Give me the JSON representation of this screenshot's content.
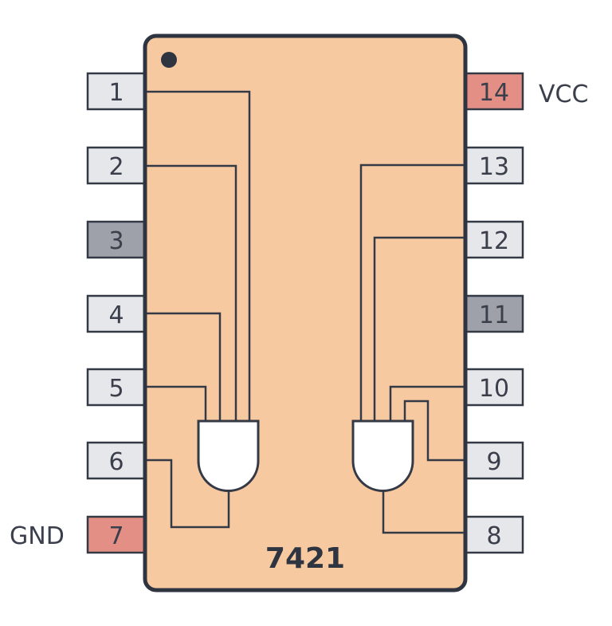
{
  "chip": {
    "title": "7421",
    "body_color": "#f7c9a0",
    "outline_color": "#2f3441"
  },
  "pins": {
    "p1": "1",
    "p2": "2",
    "p3": "3",
    "p4": "4",
    "p5": "5",
    "p6": "6",
    "p7": "7",
    "p8": "8",
    "p9": "9",
    "p10": "10",
    "p11": "11",
    "p12": "12",
    "p13": "13",
    "p14": "14"
  },
  "pin_roles": {
    "gnd": "GND",
    "vcc": "VCC"
  },
  "colors": {
    "pin_normal": "#e6e7ea",
    "pin_nc": "#9ea1aa",
    "pin_power": "#e48f86",
    "gate_fill": "#ffffff"
  }
}
